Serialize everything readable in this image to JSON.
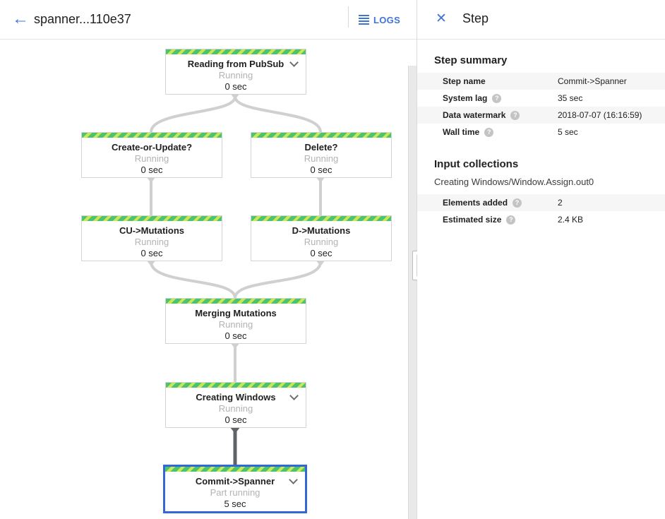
{
  "header": {
    "title": "spanner...110e37",
    "logs_label": "LOGS"
  },
  "icons": {
    "back_arrow": "←",
    "close": "✕",
    "help": "?"
  },
  "colors": {
    "accent_blue": "#4273db",
    "selection_blue": "#3367d6",
    "stripe_green": "#4ec36d",
    "stripe_yellow_green": "#c8e955",
    "edge_gray": "#d0d0d0",
    "edge_dark": "#5f6368"
  },
  "graph": {
    "nodes": [
      {
        "title": "Reading from PubSub",
        "status": "Running",
        "time": "0 sec",
        "expandable": true,
        "selected": false
      },
      {
        "title": "Create-or-Update?",
        "status": "Running",
        "time": "0 sec",
        "expandable": false,
        "selected": false
      },
      {
        "title": "Delete?",
        "status": "Running",
        "time": "0 sec",
        "expandable": false,
        "selected": false
      },
      {
        "title": "CU->Mutations",
        "status": "Running",
        "time": "0 sec",
        "expandable": false,
        "selected": false
      },
      {
        "title": "D->Mutations",
        "status": "Running",
        "time": "0 sec",
        "expandable": false,
        "selected": false
      },
      {
        "title": "Merging Mutations",
        "status": "Running",
        "time": "0 sec",
        "expandable": false,
        "selected": false
      },
      {
        "title": "Creating Windows",
        "status": "Running",
        "time": "0 sec",
        "expandable": true,
        "selected": false
      },
      {
        "title": "Commit->Spanner",
        "status": "Part running",
        "time": "5 sec",
        "expandable": true,
        "selected": true
      }
    ]
  },
  "panel": {
    "title": "Step",
    "summary": {
      "heading": "Step summary",
      "rows": [
        {
          "label": "Step name",
          "value": "Commit->Spanner",
          "help": false
        },
        {
          "label": "System lag",
          "value": "35 sec",
          "help": true
        },
        {
          "label": "Data watermark",
          "value": "2018-07-07 (16:16:59)",
          "help": true
        },
        {
          "label": "Wall time",
          "value": "5 sec",
          "help": true
        }
      ]
    },
    "input_collections": {
      "heading": "Input collections",
      "collection_name": "Creating Windows/Window.Assign.out0",
      "rows": [
        {
          "label": "Elements added",
          "value": "2",
          "help": true
        },
        {
          "label": "Estimated size",
          "value": "2.4 KB",
          "help": true
        }
      ]
    }
  }
}
